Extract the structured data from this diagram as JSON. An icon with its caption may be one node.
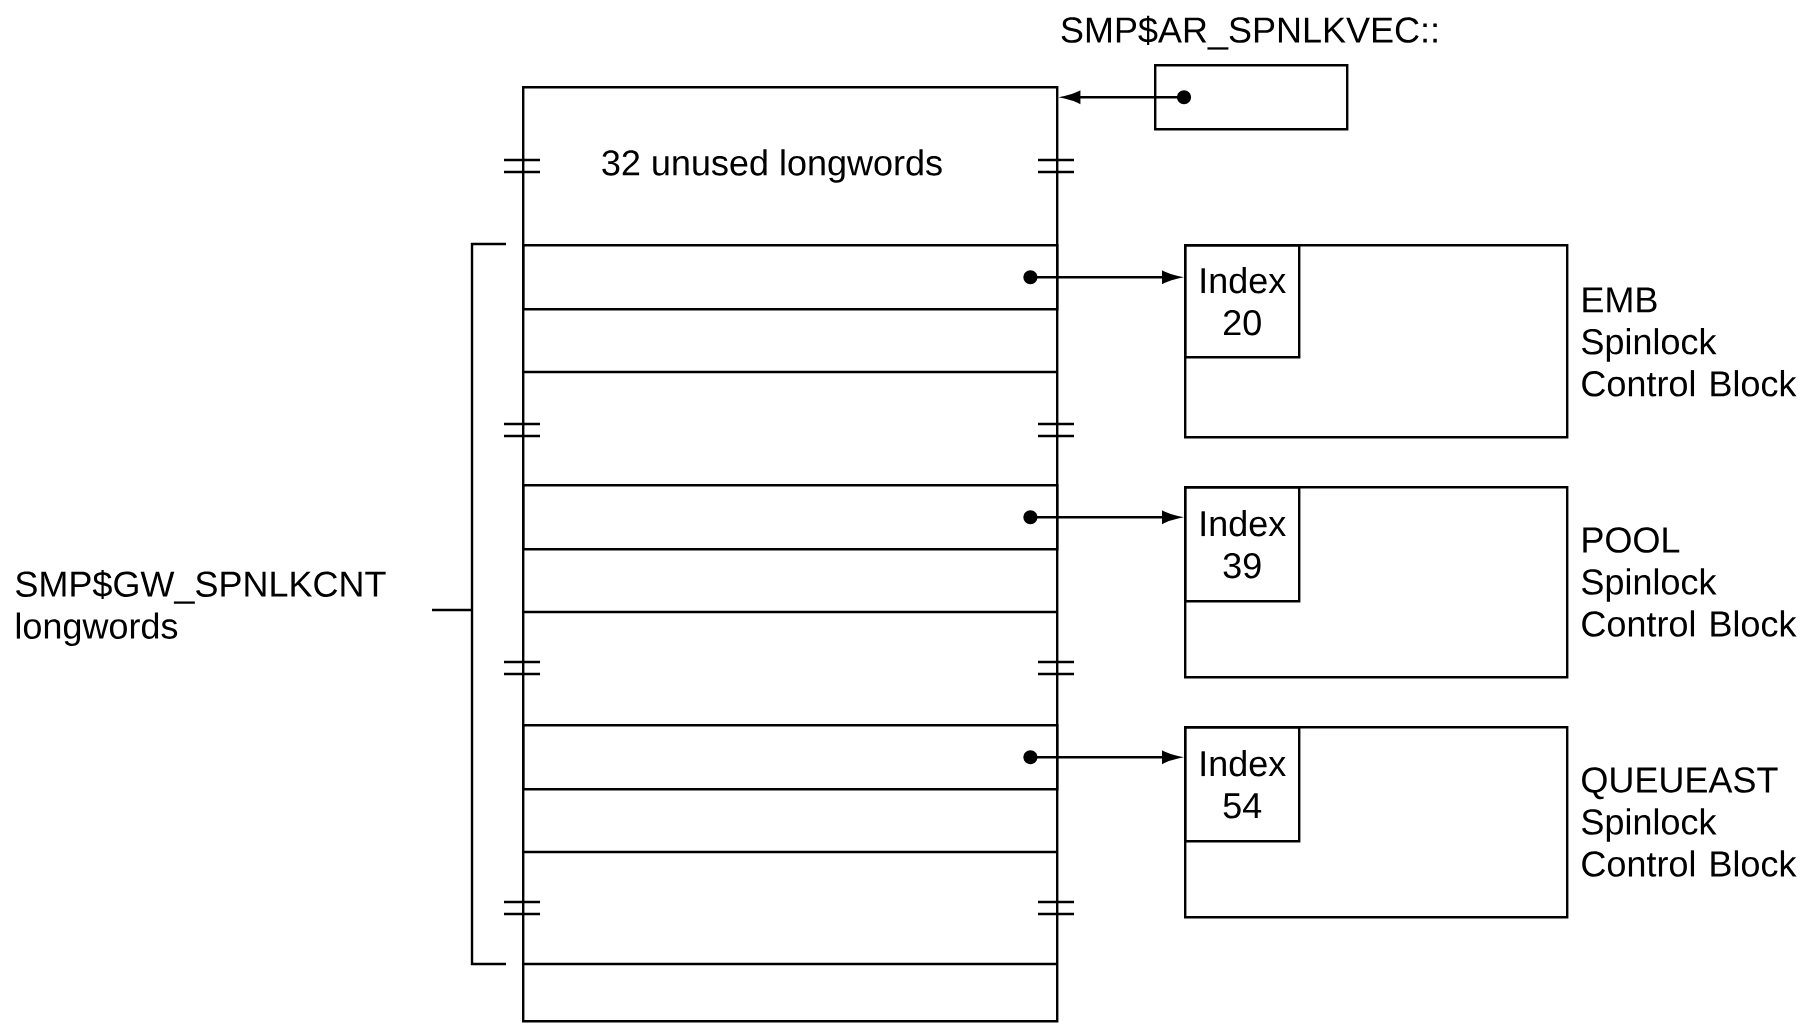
{
  "diagram": {
    "nodes": [
      {
        "text": [
          "SMP$AR_SPNLKVEC::"
        ]
      },
      {
        "text": [
          "32 unused longwords"
        ]
      },
      {
        "text": [],
        "shape": "box",
        "in": 1
      },
      {
        "text": [],
        "shape": "box",
        "in": 1
      },
      {
        "text": [],
        "shape": "box",
        "in": 1
      },
      {
        "text": [
          "EMB Spinlock Control Block"
        ]
      },
      {
        "text": [
          "Index 20"
        ],
        "in": 5
      },
      {
        "text": [
          "POOL Spinlock Control Block"
        ]
      },
      {
        "text": [
          "Index 39"
        ],
        "in": 7
      },
      {
        "text": [
          "QUEUEAST Spinlock Control Block"
        ]
      },
      {
        "text": [
          "Index 54"
        ],
        "in": 9
      }
    ],
    "edges": [
      {
        "from": 0,
        "to": 1,
        "arrow": "to"
      },
      {
        "from": 2,
        "to": 5,
        "arrow": "to"
      },
      {
        "from": 3,
        "to": 7,
        "arrow": "to"
      },
      {
        "from": 4,
        "to": 9,
        "arrow": "to"
      }
    ],
    "labels": [
      "SMP$GW_SPNLKCNT longwords"
    ]
  }
}
